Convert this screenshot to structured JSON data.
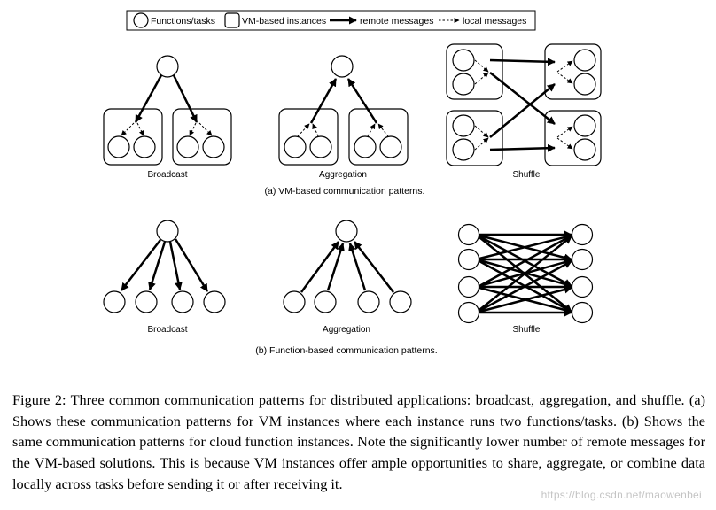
{
  "legend": {
    "functions": "Functions/tasks",
    "vm": "VM-based instances",
    "remote": "remote messages",
    "local": "local messages"
  },
  "vm_section": {
    "caption": "(a) VM-based communication patterns.",
    "labels": {
      "broadcast": "Broadcast",
      "aggregation": "Aggregation",
      "shuffle": "Shuffle"
    }
  },
  "fn_section": {
    "caption": "(b) Function-based communication patterns.",
    "labels": {
      "broadcast": "Broadcast",
      "aggregation": "Aggregation",
      "shuffle": "Shuffle"
    }
  },
  "figure_caption": "Figure 2: Three common communication patterns for distributed applications: broadcast, aggregation, and shuffle. (a) Shows these communication patterns for VM instances where each instance runs two functions/tasks. (b) Shows the same communication patterns for cloud function instances. Note the significantly lower number of remote messages for the VM-based solutions. This is because VM instances offer ample opportunities to share, aggregate, or combine data locally across tasks before sending it or after receiving it.",
  "watermark": "https://blog.csdn.net/maowenbei"
}
